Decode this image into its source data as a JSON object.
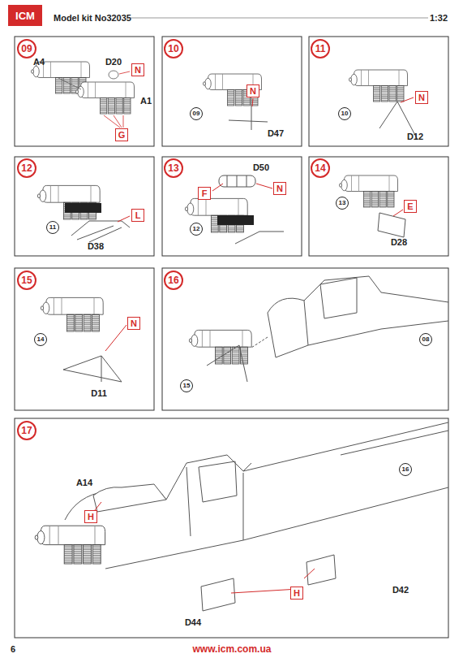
{
  "diagram": {
    "nodes": [
      {
        "text": [
          "09"
        ]
      },
      {
        "text": [
          "N"
        ]
      },
      {
        "text": [
          "G"
        ]
      },
      {
        "text": [
          "10"
        ]
      },
      {
        "text": [
          "N"
        ]
      },
      {
        "text": [
          "09"
        ]
      },
      {
        "text": [
          "11"
        ]
      },
      {
        "text": [
          "10"
        ]
      },
      {
        "text": [
          "N"
        ]
      },
      {
        "text": [
          "12"
        ]
      },
      {
        "text": [
          "11"
        ]
      },
      {
        "text": [
          "L"
        ]
      },
      {
        "text": [
          "13"
        ]
      },
      {
        "text": [
          "F"
        ]
      },
      {
        "text": [
          "N"
        ]
      },
      {
        "text": [
          "12"
        ]
      },
      {
        "text": [
          "14"
        ]
      },
      {
        "text": [
          "13"
        ]
      },
      {
        "text": [
          "E"
        ]
      },
      {
        "text": [
          "15"
        ]
      },
      {
        "text": [
          "14"
        ]
      },
      {
        "text": [
          "N"
        ]
      },
      {
        "text": [
          "16"
        ]
      },
      {
        "text": [
          "08"
        ]
      },
      {
        "text": [
          "15"
        ]
      },
      {
        "text": [
          "17"
        ]
      },
      {
        "text": [
          "H"
        ]
      },
      {
        "text": [
          "16"
        ]
      },
      {
        "text": [
          "H"
        ]
      }
    ],
    "labels": [
      "ICM",
      "Model kit No32035",
      "1:32",
      "A4",
      "D20",
      "A1",
      "D47",
      "D12",
      "D38",
      "D50",
      "D28",
      "D11",
      "A14",
      "D42",
      "D44",
      "6",
      "www.icm.com.ua"
    ]
  }
}
